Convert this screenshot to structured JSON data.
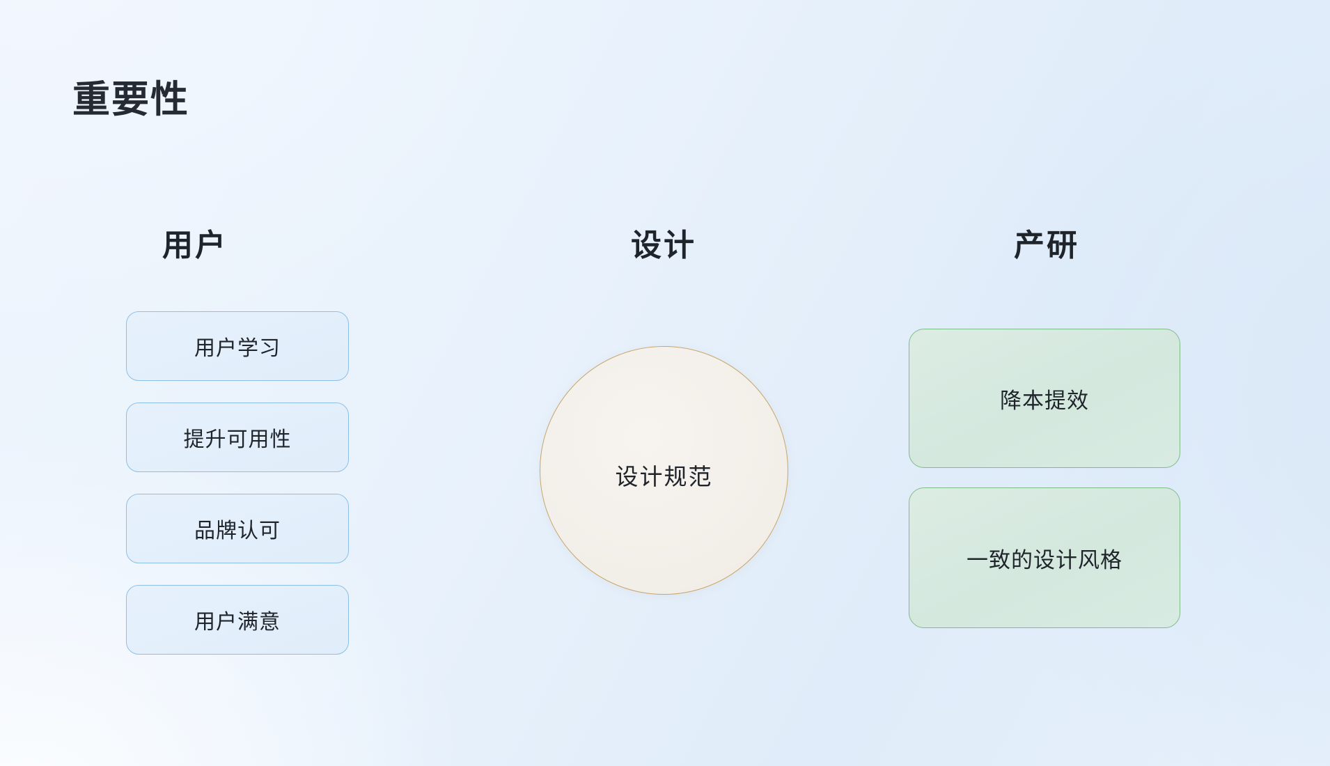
{
  "slide": {
    "title": "重要性",
    "background_colors": {
      "base": "#eef5fd",
      "tint_light": "#fbfdff",
      "tint_blue": "#d6e6f7"
    }
  },
  "columns": [
    {
      "key": "user",
      "heading": "用户",
      "accent_color": "#8dbfe6",
      "fill_color": "#e3f0fb",
      "shape": "rounded-rect",
      "items": [
        {
          "label": "用户学习"
        },
        {
          "label": "提升可用性"
        },
        {
          "label": "品牌认可"
        },
        {
          "label": "用户满意"
        }
      ]
    },
    {
      "key": "design",
      "heading": "设计",
      "accent_color": "#c8a569",
      "fill_color": "#f2eee8",
      "shape": "circle",
      "items": [
        {
          "label": "设计规范"
        }
      ]
    },
    {
      "key": "product",
      "heading": "产研",
      "accent_color": "#7fbb89",
      "fill_color": "#d6e9de",
      "shape": "rounded-card",
      "items": [
        {
          "label": "降本提效"
        },
        {
          "label": "一致的设计风格"
        }
      ]
    }
  ]
}
